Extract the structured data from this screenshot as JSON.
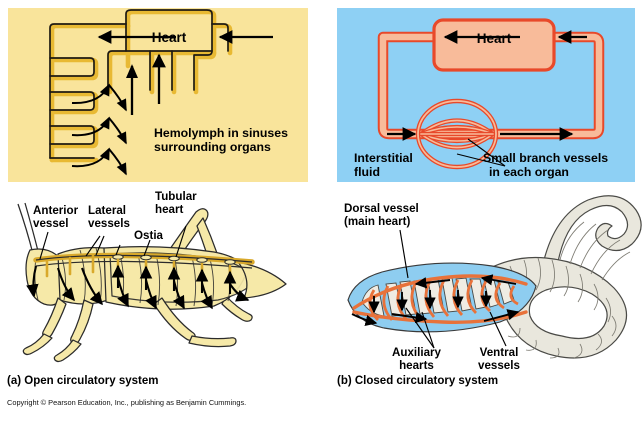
{
  "figure": {
    "copyright": "Copyright © Pearson Education, Inc., publishing as Benjamin Cummings."
  },
  "panel_a": {
    "caption": "(a) Open circulatory system",
    "background_color": "#f9e49b",
    "schematic": {
      "heart_label": "Heart",
      "sinus_label_line1": "Hemolymph in sinuses",
      "sinus_label_line2": "surrounding organs",
      "vessel_outline_color": "#1a1a1a",
      "vessel_fill_color": "#e8b933"
    },
    "illustration": {
      "organism": "grasshopper",
      "body_color": "#f6e9a8",
      "outline_color": "#2b2b2b",
      "vessel_color": "#d9a92b",
      "labels": [
        {
          "id": "anterior-vessel",
          "line1": "Anterior",
          "line2": "vessel"
        },
        {
          "id": "lateral-vessels",
          "line1": "Lateral",
          "line2": "vessels"
        },
        {
          "id": "ostia",
          "line1": "Ostia",
          "line2": ""
        },
        {
          "id": "tubular-heart",
          "line1": "Tubular",
          "line2": "heart"
        }
      ]
    }
  },
  "panel_b": {
    "caption": "(b) Closed circulatory system",
    "background_color": "#8ed0f4",
    "schematic": {
      "heart_label": "Heart",
      "interstitial_label_line1": "Interstitial",
      "interstitial_label_line2": "fluid",
      "branch_label_line1": "Small branch vessels",
      "branch_label_line2": "in each organ",
      "vessel_outline_color": "#e8492a",
      "vessel_fill_color": "#f8bb9a"
    },
    "illustration": {
      "organism": "earthworm",
      "body_color": "#e9e7dd",
      "cavity_color": "#8ecdf0",
      "vessel_color": "#e8723a",
      "outline_color": "#3a3a3a",
      "labels": [
        {
          "id": "dorsal-vessel",
          "line1": "Dorsal vessel",
          "line2": "(main heart)"
        },
        {
          "id": "auxiliary-hearts",
          "line1": "Auxiliary",
          "line2": "hearts"
        },
        {
          "id": "ventral-vessels",
          "line1": "Ventral",
          "line2": "vessels"
        }
      ]
    }
  }
}
